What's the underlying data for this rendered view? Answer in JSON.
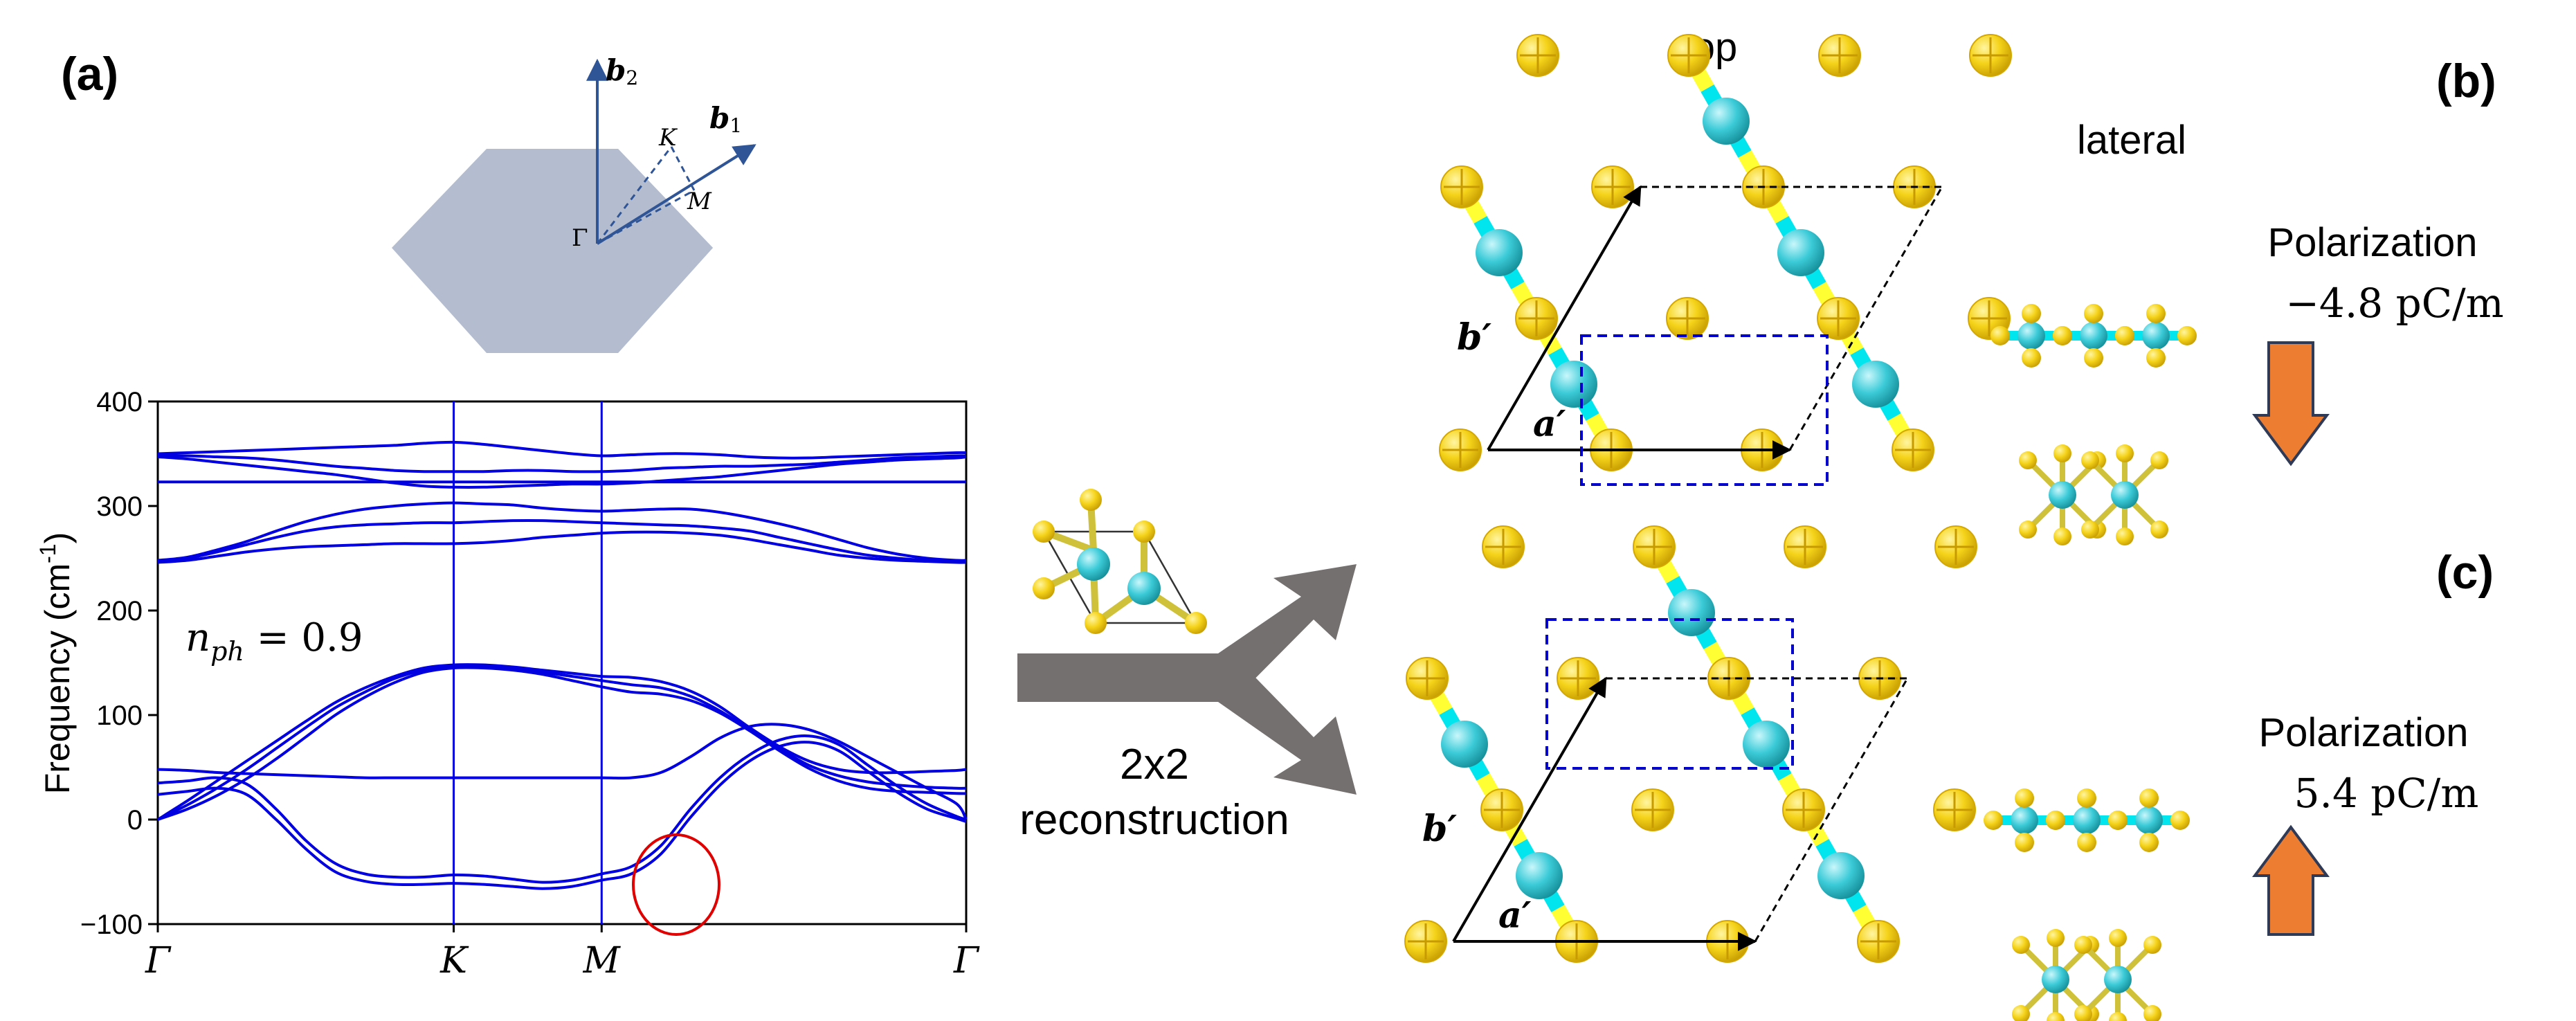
{
  "panel_labels": {
    "a": "(a)",
    "b": "(b)",
    "c": "(c)"
  },
  "brillouin_zone": {
    "labels": {
      "gamma": "Γ",
      "K": "K",
      "M": "M",
      "b1": "b",
      "b1_sub": "1",
      "b2": "b",
      "b2_sub": "2"
    },
    "colors": {
      "zone_fill": "#b4bdd0",
      "vector": "#2f5597"
    }
  },
  "phonon_annotation": {
    "text": "n",
    "sub": "ph",
    "rest": " = 0.9"
  },
  "arrow_caption": {
    "line1": "2x2",
    "line2": "reconstruction"
  },
  "structure_b": {
    "view_top": "top",
    "view_lateral": "lateral",
    "a_label": "a′",
    "b_label": "b′",
    "polarization_title": "Polarization",
    "polarization_value": "−4.8 pC/m",
    "arrow_direction": "down"
  },
  "structure_c": {
    "a_label": "a′",
    "b_label": "b′",
    "polarization_title": "Polarization",
    "polarization_value": "5.4 pC/m",
    "arrow_direction": "up"
  },
  "colors": {
    "band": "#0000e0",
    "highlight_circle": "#e00000",
    "atom_metal": "#2ec6d4",
    "atom_chalcogen": "#f3d21a",
    "bond_yellow": "#ffff33",
    "bond_cyan": "#00e5ee",
    "polarization_arrow": "#ed7d31",
    "big_arrow": "#757070",
    "supercell_dashed": "#0000cc"
  },
  "chart_data": {
    "type": "line",
    "ylabel": "Frequency (cm",
    "ylabel_sup": "-1",
    "ylabel_end": ")",
    "ylim": [
      -100,
      400
    ],
    "yticks": [
      -100,
      0,
      100,
      200,
      300,
      400
    ],
    "k_path": [
      "Γ",
      "K",
      "M",
      "Γ"
    ],
    "k_positions": [
      0,
      1,
      1.5,
      2.732
    ],
    "x": [
      0,
      0.1,
      0.2,
      0.3,
      0.4,
      0.5,
      0.6,
      0.7,
      0.8,
      0.9,
      1,
      1.1,
      1.2,
      1.3,
      1.4,
      1.5,
      1.6,
      1.7,
      1.8,
      1.9,
      2,
      2.1,
      2.2,
      2.3,
      2.4,
      2.5,
      2.6,
      2.7,
      2.732
    ],
    "series": [
      {
        "values": [
          350,
          351,
          352,
          353,
          354,
          355,
          356,
          357,
          358,
          360,
          361,
          359,
          356,
          353,
          350,
          348,
          349,
          350,
          350,
          349,
          347,
          346,
          346,
          347,
          348,
          349,
          350,
          351,
          351
        ]
      },
      {
        "values": [
          348,
          348,
          347,
          346,
          344,
          341,
          338,
          336,
          334,
          333,
          333,
          333,
          334,
          334,
          333,
          333,
          334,
          336,
          337,
          338,
          338,
          339,
          340,
          342,
          344,
          346,
          347,
          348,
          348
        ]
      },
      {
        "values": [
          347,
          345,
          342,
          339,
          336,
          333,
          330,
          326,
          322,
          319,
          318,
          318,
          319,
          320,
          321,
          321,
          322,
          324,
          326,
          328,
          331,
          334,
          337,
          340,
          342,
          344,
          345,
          346,
          347
        ]
      },
      {
        "values": [
          323,
          323,
          323,
          323,
          323,
          323,
          323,
          323,
          323,
          323,
          323,
          323,
          323,
          323,
          323,
          323,
          323,
          323,
          323,
          323,
          323,
          323,
          323,
          323,
          323,
          323,
          323,
          323,
          323
        ]
      },
      {
        "values": [
          248,
          251,
          258,
          266,
          276,
          285,
          292,
          297,
          300,
          302,
          303,
          302,
          301,
          298,
          296,
          295,
          296,
          297,
          297,
          294,
          289,
          283,
          276,
          268,
          260,
          254,
          250,
          248,
          248
        ]
      },
      {
        "values": [
          247,
          250,
          256,
          263,
          270,
          276,
          280,
          282,
          283,
          284,
          284,
          285,
          286,
          286,
          285,
          284,
          283,
          282,
          281,
          279,
          276,
          270,
          264,
          258,
          253,
          250,
          248,
          247,
          247
        ]
      },
      {
        "values": [
          246,
          248,
          252,
          256,
          259,
          261,
          262,
          263,
          264,
          264,
          264,
          265,
          267,
          270,
          272,
          274,
          275,
          275,
          274,
          272,
          268,
          263,
          258,
          253,
          250,
          248,
          247,
          246,
          246
        ]
      },
      {
        "values": [
          0,
          18,
          37,
          56,
          75,
          94,
          112,
          126,
          137,
          145,
          148,
          148,
          146,
          143,
          140,
          137,
          136,
          132,
          123,
          108,
          88,
          70,
          56,
          48,
          45,
          45,
          46,
          47,
          48
        ]
      },
      {
        "values": [
          0,
          14,
          30,
          48,
          68,
          88,
          107,
          122,
          135,
          143,
          146,
          146,
          144,
          141,
          137,
          133,
          129,
          126,
          118,
          104,
          86,
          68,
          52,
          42,
          36,
          33,
          31,
          30,
          30
        ]
      },
      {
        "values": [
          0,
          10,
          23,
          39,
          58,
          79,
          100,
          117,
          131,
          141,
          145,
          145,
          143,
          139,
          133,
          127,
          122,
          120,
          114,
          102,
          85,
          66,
          49,
          37,
          30,
          27,
          26,
          25,
          25
        ]
      },
      {
        "values": [
          48,
          47,
          45,
          44,
          43,
          42,
          41,
          40,
          40,
          40,
          40,
          40,
          40,
          40,
          40,
          40,
          40,
          45,
          60,
          78,
          89,
          91,
          86,
          75,
          60,
          45,
          30,
          15,
          0
        ]
      },
      {
        "values": [
          35,
          37,
          40,
          34,
          10,
          -20,
          -42,
          -52,
          -55,
          -55,
          -53,
          -54,
          -57,
          -60,
          -58,
          -52,
          -45,
          -25,
          10,
          40,
          62,
          76,
          80,
          72,
          52,
          32,
          15,
          3,
          0
        ]
      },
      {
        "values": [
          24,
          27,
          30,
          24,
          0,
          -28,
          -50,
          -59,
          -62,
          -62,
          -61,
          -62,
          -64,
          -66,
          -64,
          -58,
          -52,
          -33,
          2,
          33,
          56,
          70,
          74,
          66,
          46,
          26,
          10,
          1,
          -2
        ]
      }
    ]
  }
}
